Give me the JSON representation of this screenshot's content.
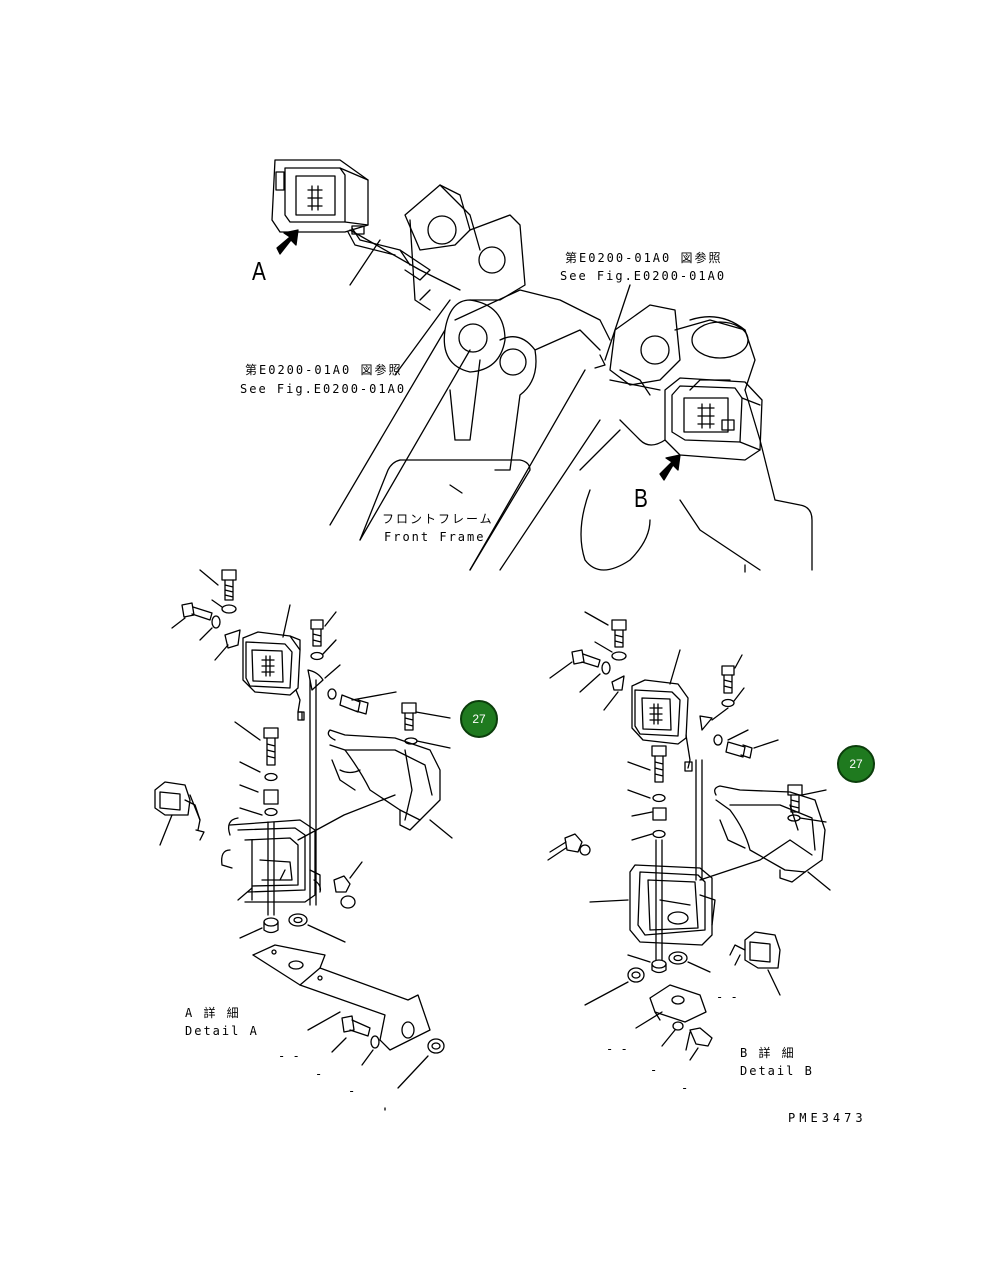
{
  "overview": {
    "arrow_a_label": "A",
    "arrow_b_label": "B",
    "ref_left": {
      "jp": "第E0200-01A0 図参照",
      "en": "See Fig.E0200-01A0"
    },
    "ref_right": {
      "jp": "第E0200-01A0 図参照",
      "en": "See Fig.E0200-01A0"
    },
    "front_frame": {
      "jp": "フロントフレーム",
      "en": "Front Frame"
    }
  },
  "detail_a": {
    "jp": "A 詳 細",
    "en": "Detail A",
    "callout": "27"
  },
  "detail_b": {
    "jp": "B 詳 細",
    "en": "Detail B",
    "callout": "27"
  },
  "drawing_code": "PME3473",
  "dashes": {
    "double": "- -",
    "single": "-"
  },
  "icons": [
    "work-lamp-icon",
    "arrow-icon",
    "bolt-icon",
    "washer-icon",
    "nut-icon"
  ],
  "colors": {
    "callout_fill": "#1f7a1f",
    "callout_border": "#0b3d0b",
    "line": "#000000"
  }
}
